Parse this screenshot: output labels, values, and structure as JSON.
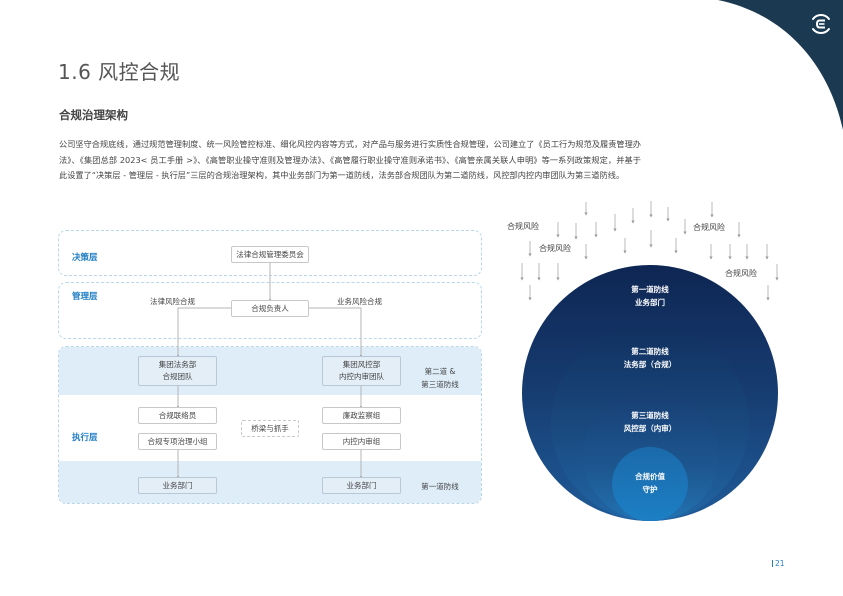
{
  "header": {
    "title": "1.6 风控合规",
    "brand_color": "#1b3a52"
  },
  "section": {
    "title": "合规治理架构",
    "intro": "公司坚守合规底线，通过规范管理制度、统一风险管控标准、细化风控内容等方式，对产品与服务进行实质性合规管理，公司建立了《员工行为规范及履责管理办法》、《集团总部 2023< 员工手册 >》、《高管职业操守准则及管理办法》、《高管履行职业操守准则承诺书》、《高管亲属关联人申明》等一系列政策规定，并基于此设置了“决策层 - 管理层 - 执行层”三层的合规治理架构，其中业务部门为第一道防线，法务部合规团队为第二道防线，风控部内控内审团队为第三道防线。"
  },
  "org_chart": {
    "layers": {
      "decision": "决策层",
      "management": "管理层",
      "execution": "执行层"
    },
    "nodes": {
      "committee": "法律合规管理委员会",
      "head": "合规负责人",
      "legal_team": "集团法务部\n合规团队",
      "risk_team": "集团风控部\n内控内审团队",
      "liaison": "合规联络员",
      "special_group": "合规专项治理小组",
      "integrity_group": "廉政监察组",
      "audit_group": "内控内审组",
      "biz_left": "业务部门",
      "biz_right": "业务部门",
      "bridge": "桥梁与抓手"
    },
    "annotations": {
      "legal_risk": "法律风险合规",
      "business_risk": "业务风险合规",
      "second_third_line": "第二道 &\n第三道防线",
      "first_line": "第一道防线"
    },
    "accent_color": "#1f7dc4",
    "band_color": "#deedf8"
  },
  "defense_diagram": {
    "risk_labels": [
      "合规风险",
      "合规风险",
      "合规风险",
      "合规风险"
    ],
    "rings": [
      {
        "title": "第一道防线",
        "subtitle": "业务部门"
      },
      {
        "title": "第二道防线",
        "subtitle": "法务部（合规）"
      },
      {
        "title": "第三道防线",
        "subtitle": "风控部（内审）"
      },
      {
        "title": "合规价值",
        "subtitle": "守护"
      }
    ]
  },
  "footer": {
    "page_number": "21"
  }
}
